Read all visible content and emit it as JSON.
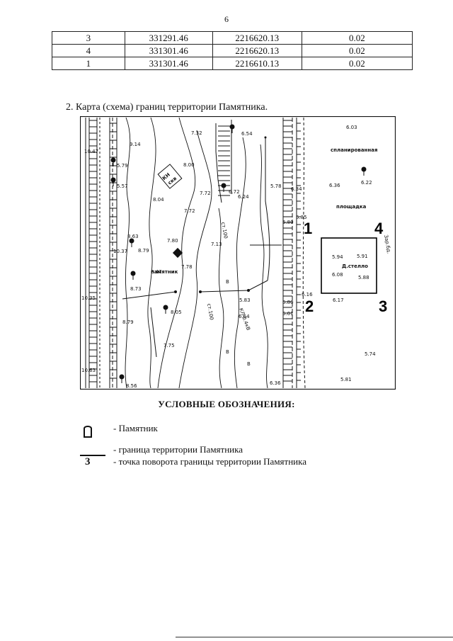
{
  "page": {
    "number": "6"
  },
  "table": {
    "rows": [
      [
        "3",
        "331291.46",
        "2216620.13",
        "0.02"
      ],
      [
        "4",
        "331301.46",
        "2216620.13",
        "0.02"
      ],
      [
        "1",
        "331301.46",
        "2216610.13",
        "0.02"
      ]
    ]
  },
  "section": {
    "title": "2.  Карта (схема) границ территории Памятника."
  },
  "map": {
    "elevations": [
      "7.32",
      "6.54",
      "6.03",
      "9.14",
      "10.47",
      "8.00",
      "5.79",
      "5.57",
      "6.72",
      "6.24",
      "5.78",
      "6.34",
      "6.36",
      "6.22",
      "8.04",
      "7.72",
      "7.72",
      "5.85",
      "5.80",
      "8.63",
      "8.79",
      "10.37",
      "7.80",
      "7.13",
      "5.94",
      "5.91",
      "6.08",
      "5.88",
      "7.78",
      "8.47",
      "8.73",
      "10.35",
      "6.16",
      "6.17",
      "8.05",
      "5.83",
      "5.80",
      "5.01",
      "8.79",
      "6.64",
      "7.75",
      "5.74",
      "10.63",
      "8.56",
      "6.36",
      "5.81"
    ],
    "labels": {
      "plain_top": "спланированная",
      "plain_bottom": "площадка",
      "monument": "памятник",
      "kn": "КН",
      "skv": "скв",
      "st100_a": "ст.100",
      "st100_b": "ст.100",
      "kl": "КЛ-0.4кВ",
      "v1": "В",
      "v2": "В",
      "v3": "В",
      "stella": "Д.стелло",
      "side": "Зар.бд."
    },
    "corners": [
      "1",
      "2",
      "3",
      "4"
    ]
  },
  "legend": {
    "title": "УСЛОВНЫЕ ОБОЗНАЧЕНИЯ:",
    "items": [
      {
        "text": "- Памятник"
      },
      {
        "text": "- граница территории Памятника"
      },
      {
        "symbol": "3",
        "text": "- точка поворота границы территории Памятника"
      }
    ]
  }
}
